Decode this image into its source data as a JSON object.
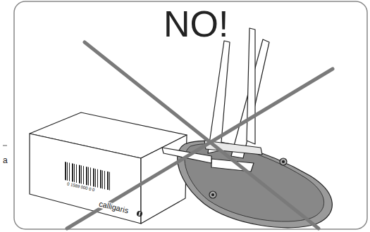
{
  "diagram": {
    "labels": [
      "NO!",
      "0 1589 000 0 0",
      "calligaris",
      "a"
    ]
  }
}
